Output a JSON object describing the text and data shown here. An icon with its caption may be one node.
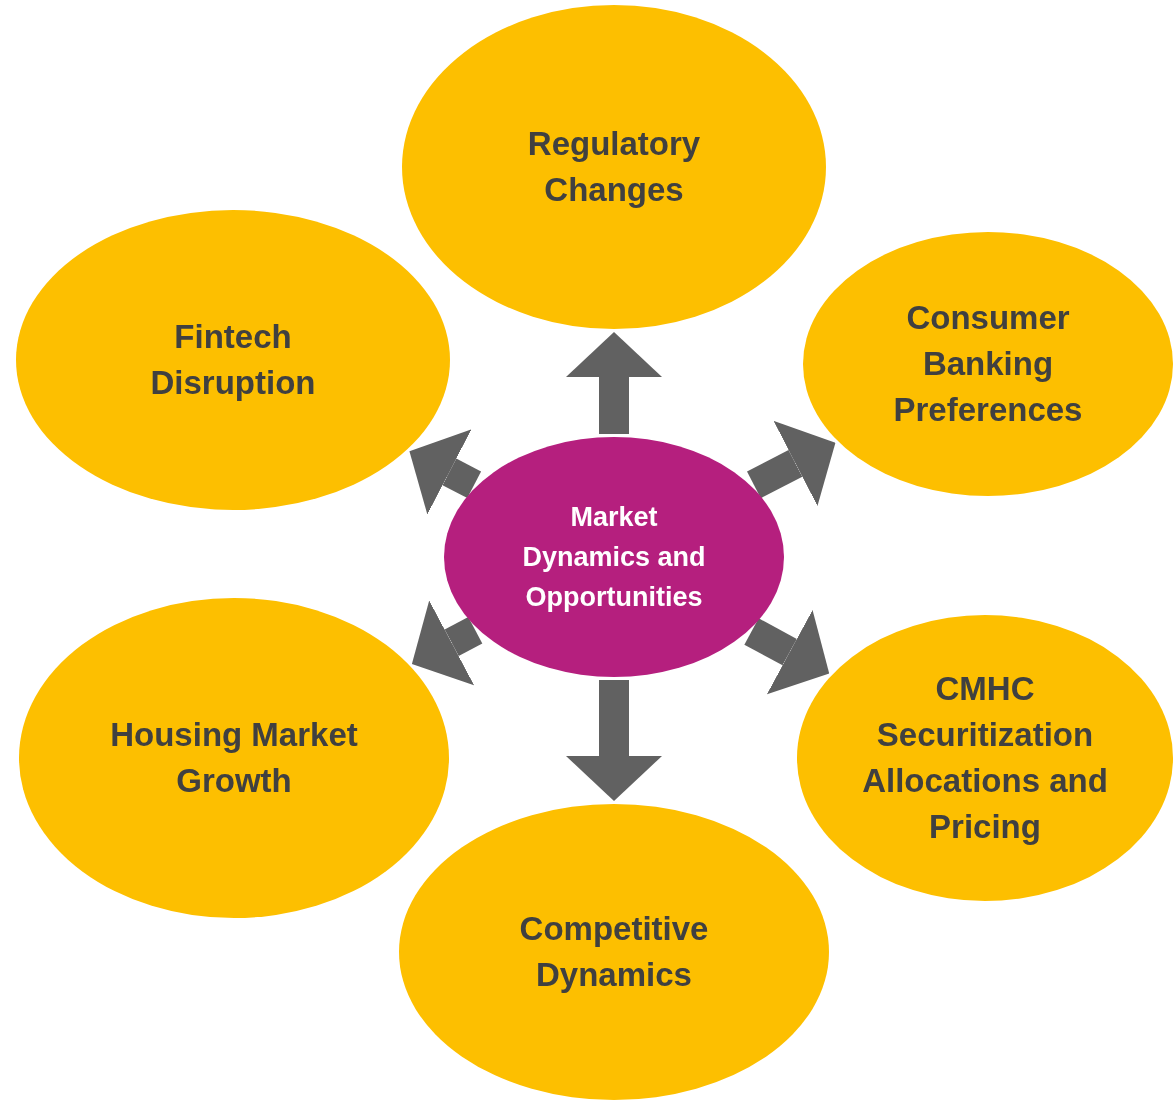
{
  "diagram": {
    "nodes": [
      {
        "text": [
          "Regulatory Changes"
        ]
      },
      {
        "text": [
          "Fintech Disruption"
        ]
      },
      {
        "text": [
          "Consumer Banking Preferences"
        ]
      },
      {
        "text": [
          "Market Dynamics and Opportunities"
        ]
      },
      {
        "text": [
          "Housing Market Growth"
        ]
      },
      {
        "text": [
          "CMHC Securitization Allocations and Pricing"
        ]
      },
      {
        "text": [
          "Competitive Dynamics"
        ]
      }
    ],
    "edges": [
      {
        "from": 3,
        "to": 0,
        "arrow": "to"
      },
      {
        "from": 3,
        "to": 1,
        "arrow": "to"
      },
      {
        "from": 3,
        "to": 2,
        "arrow": "to"
      },
      {
        "from": 3,
        "to": 4,
        "arrow": "to"
      },
      {
        "from": 3,
        "to": 5,
        "arrow": "to"
      },
      {
        "from": 3,
        "to": 6,
        "arrow": "to"
      }
    ]
  }
}
